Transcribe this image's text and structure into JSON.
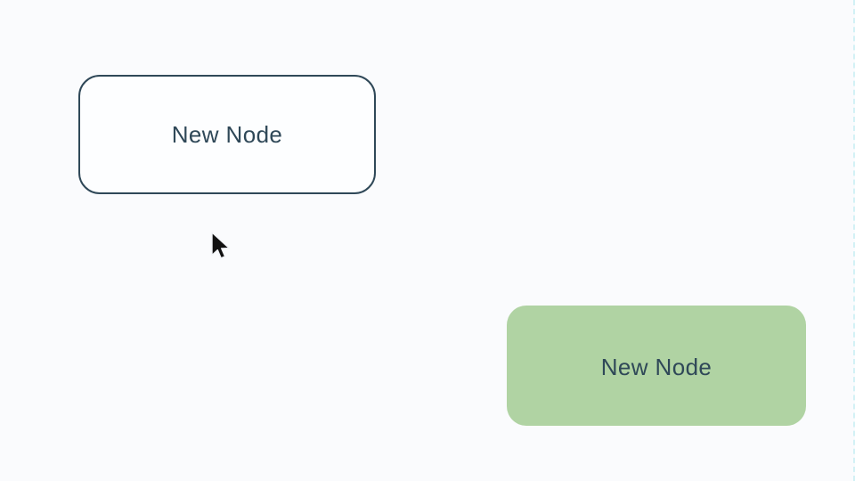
{
  "app": {
    "name": "node flow canvas",
    "background_color": "#fafbfd"
  },
  "canvas": {
    "nodes": [
      {
        "label": "New Node",
        "variant": "outlined",
        "fill_color": "#fdfeff",
        "border_color": "#2f4858",
        "text_color": "#2f4858"
      },
      {
        "label": "New Node",
        "variant": "filled",
        "fill_color": "#b0d3a3",
        "border_color": "none",
        "text_color": "#2f4858"
      }
    ],
    "cursor": {
      "icon": "arrow-pointer-icon",
      "color": "#111111"
    },
    "selection_edge_color": "#d2f1f5"
  }
}
